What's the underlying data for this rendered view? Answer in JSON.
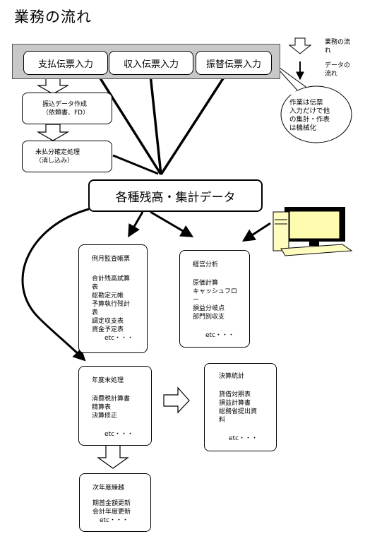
{
  "title": "業務の流れ",
  "legend": {
    "business_flow": "業務の流\nれ",
    "data_flow": "データの\n流れ"
  },
  "input_boxes": [
    "支払伝票入力",
    "収入伝票入力",
    "振替伝票入力"
  ],
  "callout": "作業は伝票\n入力だけで他\nの集計・作表\nは機械化",
  "transfer_box": "振込データ作成\n（依頼書、FD）",
  "unpaid_box": "未払分確定処理\n（消し込み）",
  "central": "各種残高・集計データ",
  "monthly": {
    "title": "例月監査帳票",
    "items": [
      "合計残高試算\n表",
      "総勘定元帳",
      "予算執行残計\n表",
      "調定収支表",
      "資金予定表"
    ],
    "etc": "etc・・・"
  },
  "analysis": {
    "title": "経営分析",
    "items": [
      "原価計算",
      "キャッシュフロ\nー",
      "損益分岐点",
      "部門別収支"
    ],
    "etc": "etc・・・"
  },
  "yearend": {
    "title": "年度末処理",
    "items": [
      "消費税計算書",
      "精算表",
      "決算修正"
    ],
    "etc": "etc・・・"
  },
  "settlement": {
    "title": "決算統計",
    "items": [
      "貸借対照表",
      "損益計算書",
      "総務省提出資\n料"
    ],
    "etc": "etc・・・"
  },
  "carryover": {
    "title": "次年度繰越",
    "items": [
      "期首金額更新",
      "会計年度更新"
    ],
    "etc": "etc・・・"
  }
}
